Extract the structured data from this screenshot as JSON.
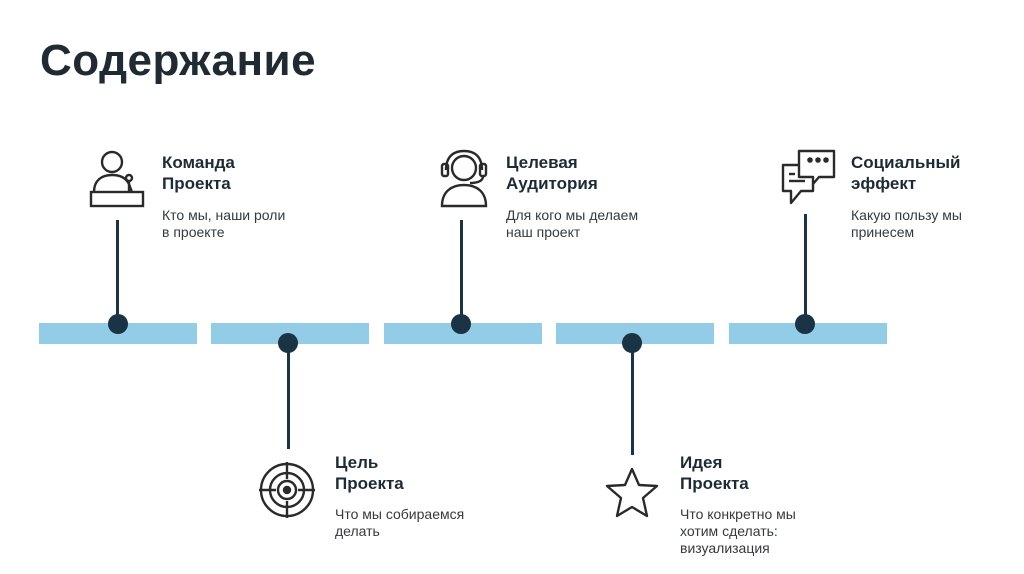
{
  "page": {
    "title": "Содержание"
  },
  "colors": {
    "bar": "#93cce6",
    "stem": "#1a3445",
    "icon": "#2a2a2a",
    "text": "#1c2b36"
  },
  "items": [
    {
      "icon": "speaker-at-podium-icon",
      "title": "Команда\nПроекта",
      "desc": "Кто мы, наши роли\nв проекте"
    },
    {
      "icon": "target-icon",
      "title": "Цель\nПроекта",
      "desc": "Что мы собираемся\nделать"
    },
    {
      "icon": "headset-person-icon",
      "title": "Целевая\nАудитория",
      "desc": "Для кого мы делаем\nнаш проект"
    },
    {
      "icon": "star-icon",
      "title": "Идея\nПроекта",
      "desc": "Что конкретно мы\nхотим сделать:\nвизуализация"
    },
    {
      "icon": "chat-bubbles-icon",
      "title": "Социальный\nэффект",
      "desc": "Какую пользу мы\nпринесем"
    }
  ]
}
